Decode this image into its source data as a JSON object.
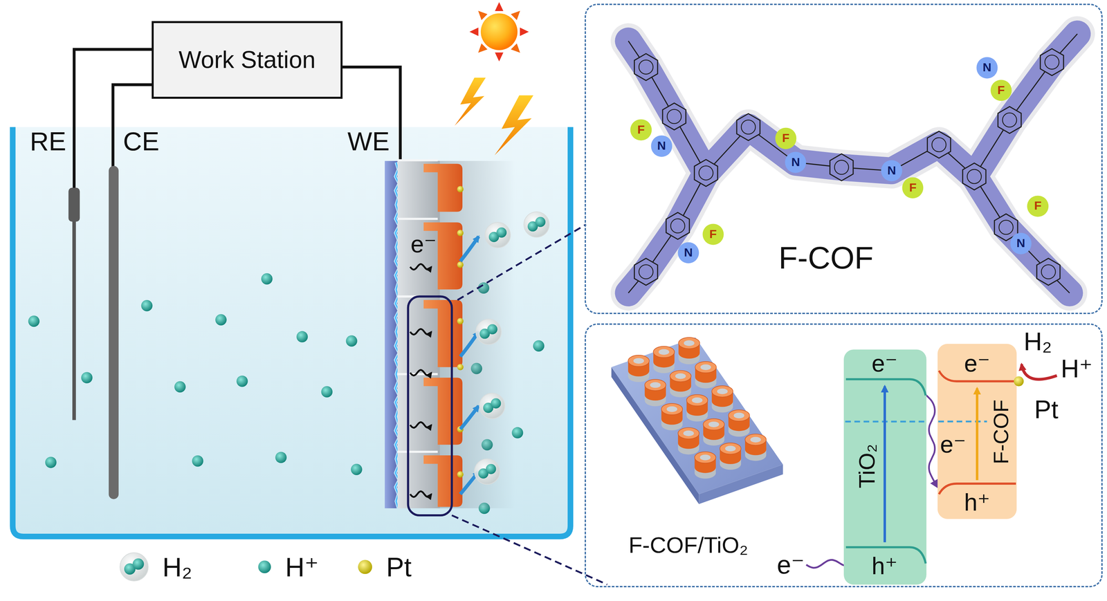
{
  "diagram": {
    "nodes": [
      {
        "text": [
          "Work Station"
        ]
      },
      {
        "text": [
          "F-COF"
        ]
      },
      {
        "text": [
          "F-COF/TiO₂"
        ]
      },
      {
        "text": [
          "e⁻",
          "TiO₂",
          "h⁺"
        ],
        "in": 2
      },
      {
        "text": [
          "e⁻",
          "F-COF",
          "h⁺"
        ],
        "in": 2
      }
    ],
    "edges": [
      {
        "from": 3,
        "to": 4,
        "arrow": "to",
        "label": "e⁻"
      }
    ],
    "labels": [
      "RE",
      "CE",
      "WE",
      "e⁻",
      "F",
      "N",
      "F",
      "N",
      "N",
      "F",
      "N",
      "F",
      "F",
      "N",
      "F",
      "N",
      "e⁻",
      "H₂",
      "H⁺",
      "Pt"
    ],
    "legend": [
      {
        "text": "H₂"
      },
      {
        "text": "H⁺"
      },
      {
        "text": "Pt"
      }
    ]
  }
}
